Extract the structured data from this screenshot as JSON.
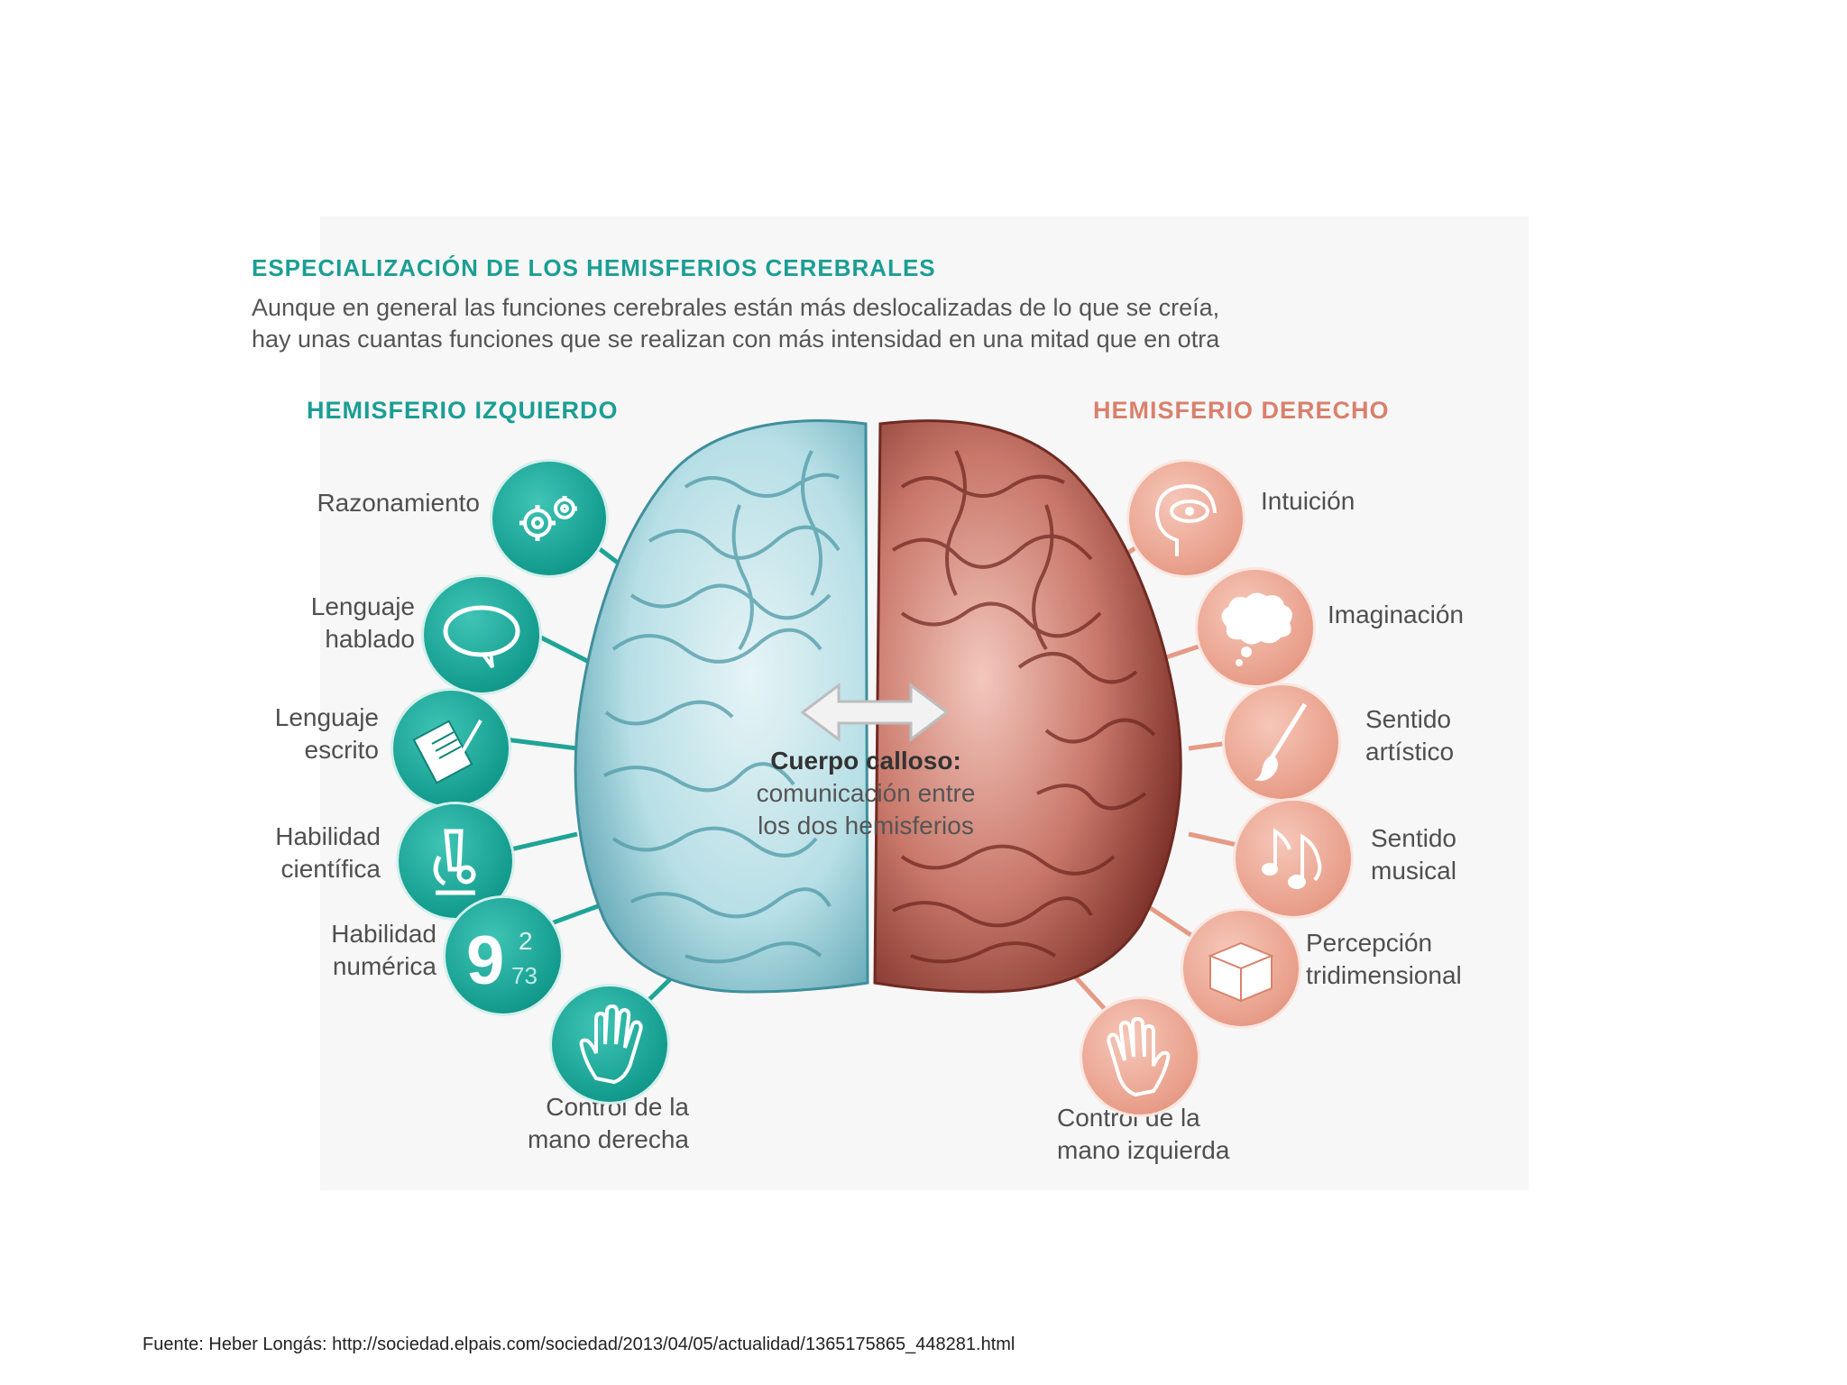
{
  "title": "ESPECIALIZACIÓN DE LOS HEMISFERIOS CEREBRALES",
  "subtitle_line1": "Aunque en general las funciones cerebrales están más deslocalizadas de lo que se creía,",
  "subtitle_line2": "hay unas cuantas funciones que se realizan con más intensidad en una mitad que en otra",
  "left_hemisphere": {
    "label": "HEMISFERIO IZQUIERDO",
    "color": "#1b9e94",
    "items": [
      {
        "line1": "Razonamiento",
        "line2": "",
        "icon": "gears-icon"
      },
      {
        "line1": "Lenguaje",
        "line2": "hablado",
        "icon": "speech-bubble-icon"
      },
      {
        "line1": "Lenguaje",
        "line2": "escrito",
        "icon": "document-pen-icon"
      },
      {
        "line1": "Habilidad",
        "line2": "científica",
        "icon": "microscope-icon"
      },
      {
        "line1": "Habilidad",
        "line2": "numérica",
        "icon": "numbers-icon"
      },
      {
        "line1": "Control de la",
        "line2": "mano derecha",
        "icon": "hand-icon"
      }
    ],
    "numbers_icon": {
      "big": "9",
      "small1": "2",
      "small2": "73"
    }
  },
  "right_hemisphere": {
    "label": "HEMISFERIO DERECHO",
    "color": "#d9806d",
    "items": [
      {
        "line1": "Intuición",
        "line2": "",
        "icon": "head-eye-icon"
      },
      {
        "line1": "Imaginación",
        "line2": "",
        "icon": "thought-cloud-icon"
      },
      {
        "line1": "Sentido",
        "line2": "artístico",
        "icon": "paintbrush-icon"
      },
      {
        "line1": "Sentido",
        "line2": "musical",
        "icon": "music-notes-icon"
      },
      {
        "line1": "Percepción",
        "line2": "tridimensional",
        "icon": "cube-icon"
      },
      {
        "line1": "Control de la",
        "line2": "mano izquierda",
        "icon": "hand-icon"
      }
    ]
  },
  "corpus_callosum": {
    "title": "Cuerpo calloso:",
    "line1": "comunicación entre",
    "line2": "los dos hemisferios"
  },
  "source": "Fuente:  Heber Longás: http://sociedad.elpais.com/sociedad/2013/04/05/actualidad/1365175865_448281.html"
}
